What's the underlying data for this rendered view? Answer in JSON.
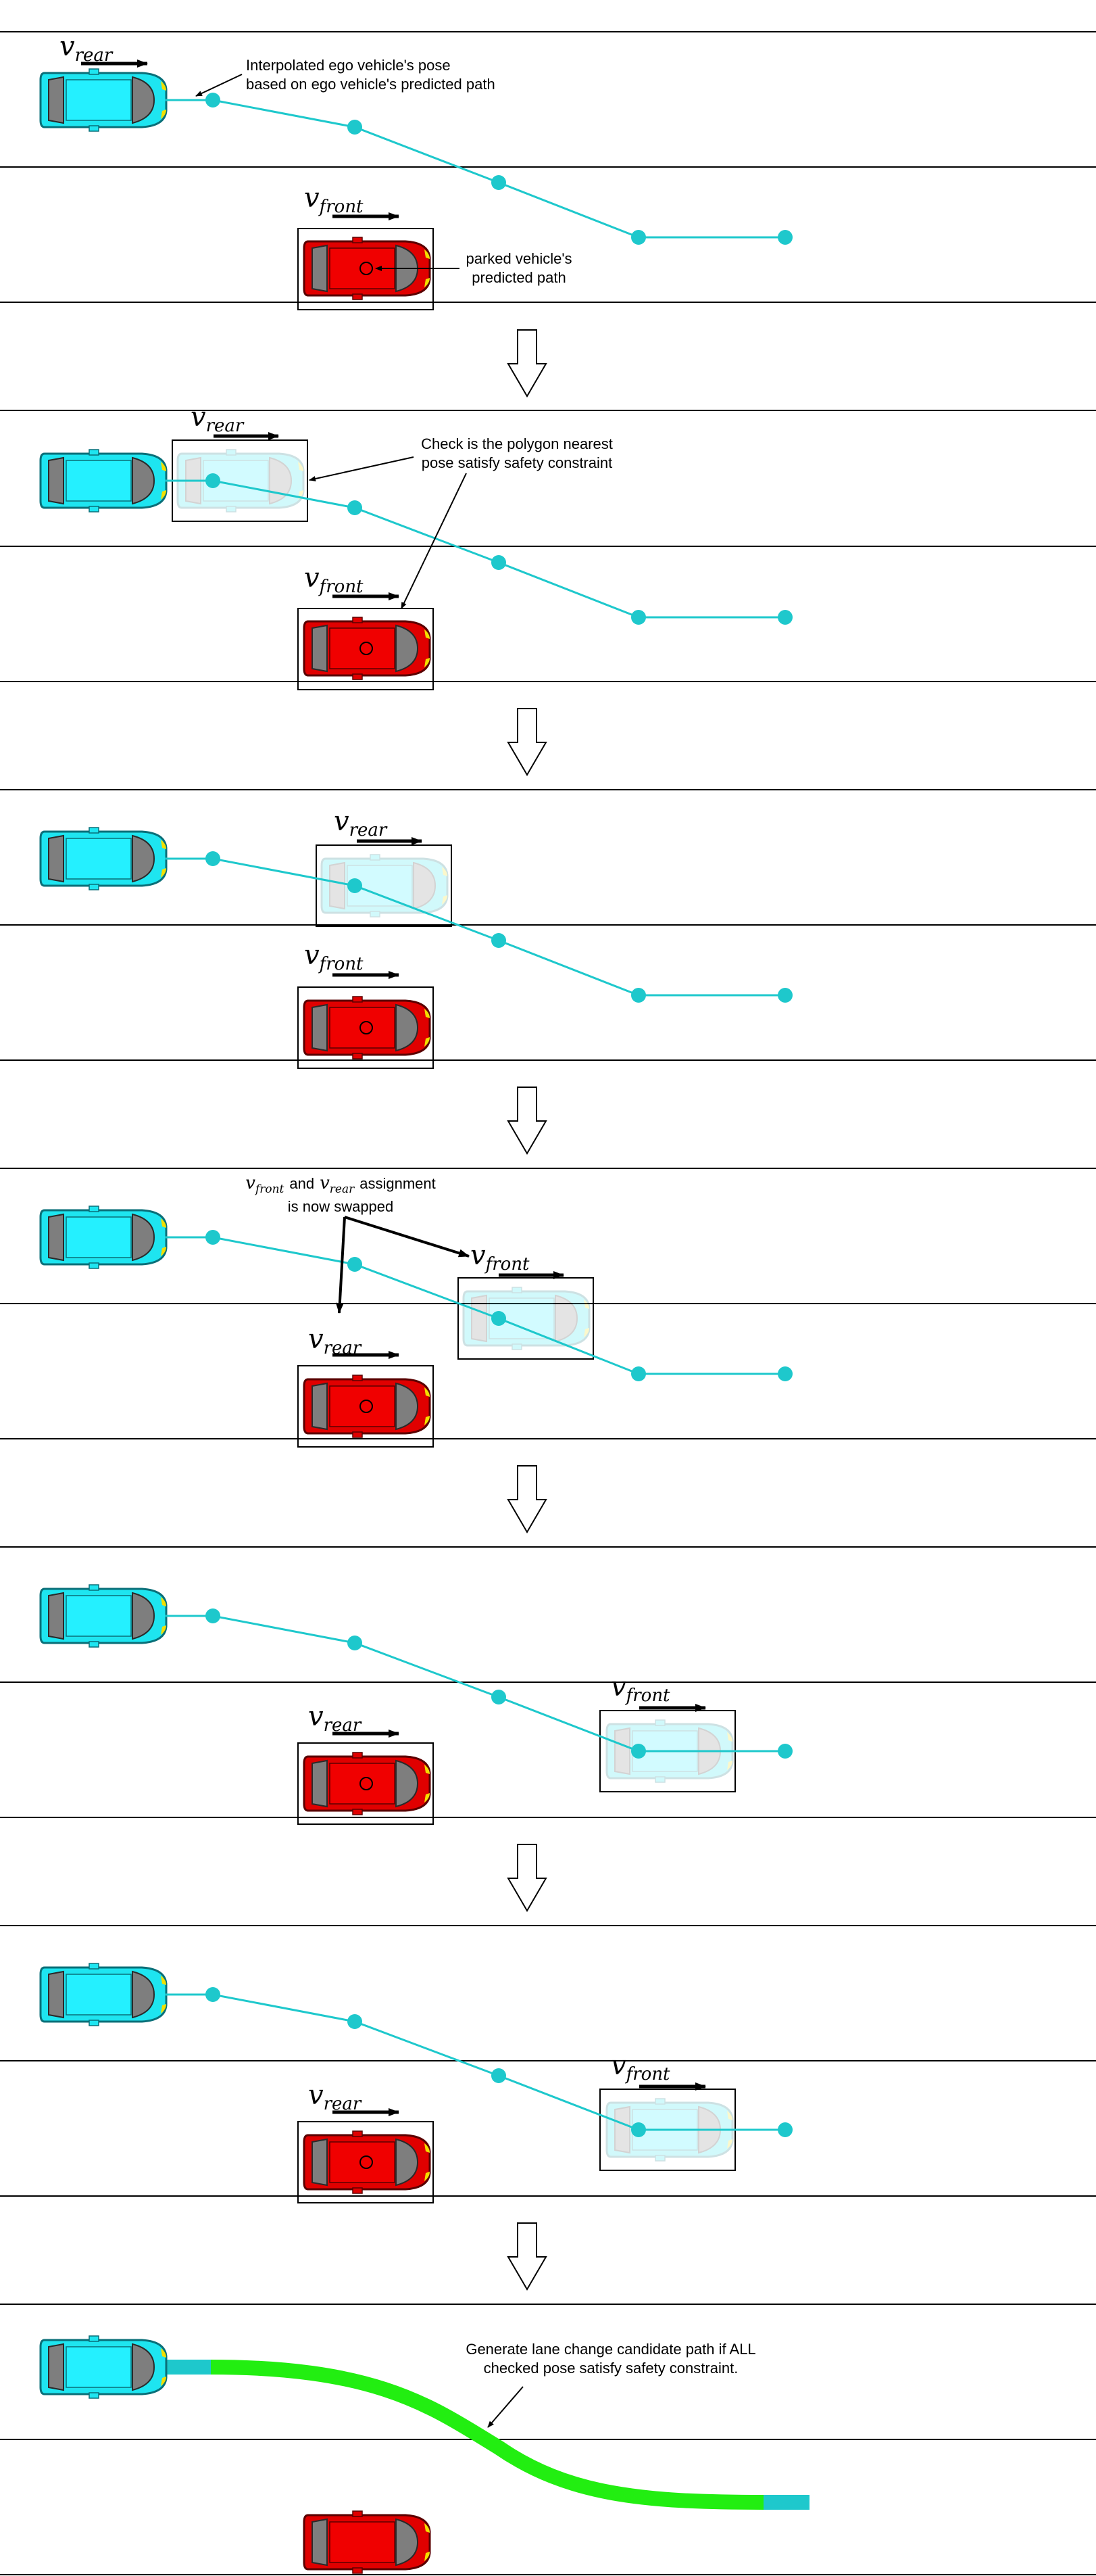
{
  "labels": {
    "v": "v",
    "rear": "rear",
    "front": "front"
  },
  "notes": {
    "interpolated_line1": "Interpolated ego vehicle's pose",
    "interpolated_line2": "based on ego vehicle's predicted path",
    "parked_line1": "parked vehicle's",
    "parked_line2": "predicted path",
    "check_line1": "Check is the polygon nearest",
    "check_line2": "pose satisfy safety constraint",
    "swap_and": "and",
    "swap_assignment": "assignment",
    "swap_line2": "is now swapped",
    "generate_line1": "Generate lane change candidate path if ALL",
    "generate_line2": "checked pose satisfy safety constraint."
  },
  "colors": {
    "ego_vehicle": "#1ee5f0",
    "parked_vehicle": "#e00000",
    "predicted_path": "#1ec8cc",
    "candidate_path": "#22ee11",
    "lane_line": "#000000"
  },
  "icons": {
    "ego": "ego-car-icon",
    "parked": "parked-car-icon",
    "ghost": "interpolated-pose-car-icon",
    "step_arrow": "down-arrow-icon"
  }
}
